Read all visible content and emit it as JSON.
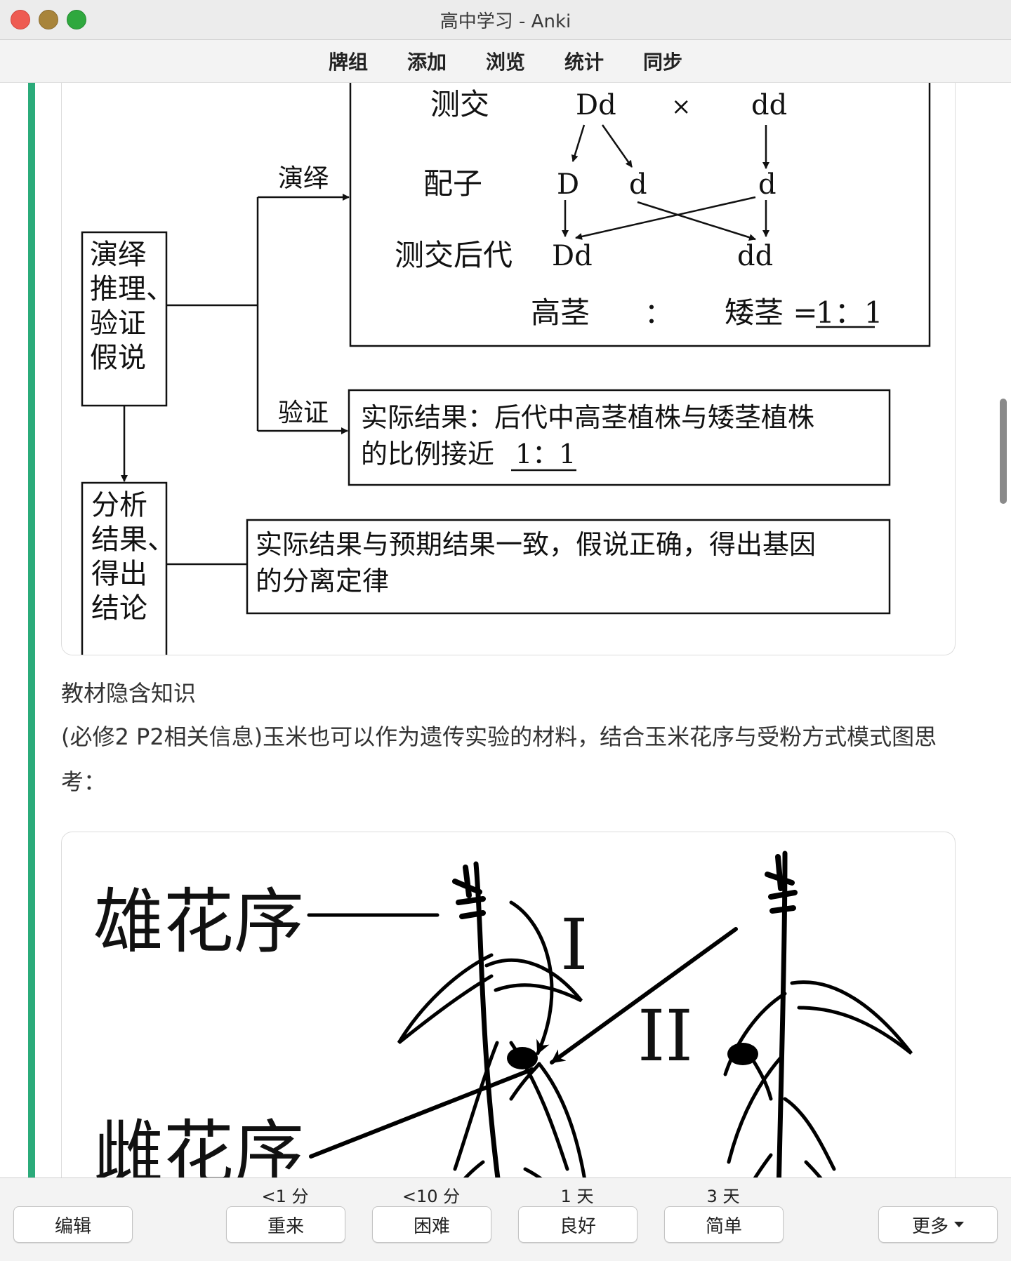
{
  "window": {
    "title": "高中学习 - Anki"
  },
  "toolbar": {
    "decks": "牌组",
    "add": "添加",
    "browse": "浏览",
    "stats": "统计",
    "sync": "同步"
  },
  "diagram1": {
    "row_testcross": "测交",
    "p1": "Dd",
    "cross": "×",
    "p2": "dd",
    "row_gametes": "配子",
    "g1": "D",
    "g2": "d",
    "g3": "d",
    "row_offspring": "测交后代",
    "o1": "Dd",
    "o2": "dd",
    "tall": "高茎",
    "colon": "：",
    "dwarf": "矮茎 =",
    "ratio": "1：1",
    "label_deduce": "演绎",
    "label_verify": "验证",
    "box_a": [
      "演绎",
      "推理、",
      "验证",
      "假说"
    ],
    "box_b": [
      "分析",
      "结果、",
      "得出",
      "结论"
    ],
    "result_line1": "实际结果：后代中高茎植株与矮茎植株",
    "result_line2": "的比例接近",
    "result_ratio": "1：1",
    "conclusion_line1": "实际结果与预期结果一致，假说正确，得出基因",
    "conclusion_line2": "的分离定律"
  },
  "section": {
    "title": "教材隐含知识",
    "text": "(必修2 P2相关信息)玉米也可以作为遗传实验的材料，结合玉米花序与受粉方式模式图思考："
  },
  "diagram2": {
    "male": "雄花序",
    "female": "雌花序",
    "roman1": "I",
    "roman2": "II"
  },
  "answer_buttons": [
    {
      "interval": "<1 分",
      "label": "重来"
    },
    {
      "interval": "<10 分",
      "label": "困难"
    },
    {
      "interval": "1 天",
      "label": "良好"
    },
    {
      "interval": "3 天",
      "label": "简单"
    }
  ],
  "edit_label": "编辑",
  "more_label": "更多"
}
